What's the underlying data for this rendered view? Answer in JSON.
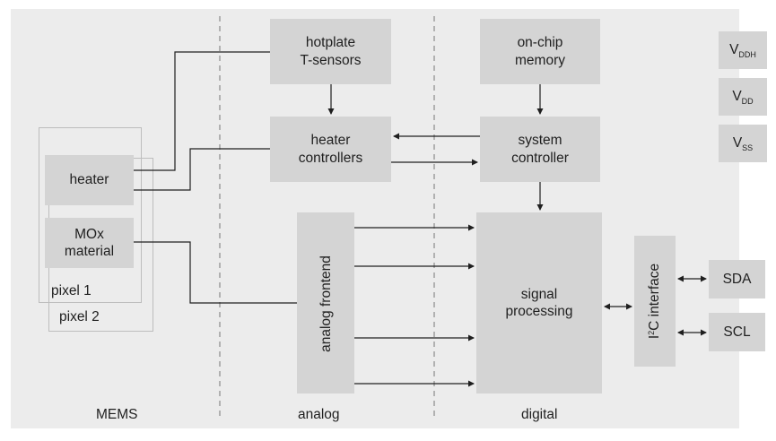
{
  "sections": {
    "mems": "MEMS",
    "analog": "analog",
    "digital": "digital"
  },
  "mems": {
    "heater": "heater",
    "mox": "MOx\nmaterial",
    "pixel1": "pixel 1",
    "pixel2": "pixel 2"
  },
  "blocks": {
    "hotplate_sensors": "hotplate\nT-sensors",
    "heater_controllers": "heater\ncontrollers",
    "analog_frontend": "analog frontend",
    "on_chip_memory": "on-chip\nmemory",
    "system_controller": "system\ncontroller",
    "signal_processing": "signal\nprocessing",
    "i2c_pre": "I",
    "i2c_sup": "2",
    "i2c_post": "C interface"
  },
  "power": {
    "vddh": {
      "main": "V",
      "sub": "DDH"
    },
    "vdd": {
      "main": "V",
      "sub": "DD"
    },
    "vss": {
      "main": "V",
      "sub": "SS"
    }
  },
  "pins": {
    "sda": "SDA",
    "scl": "SCL"
  }
}
